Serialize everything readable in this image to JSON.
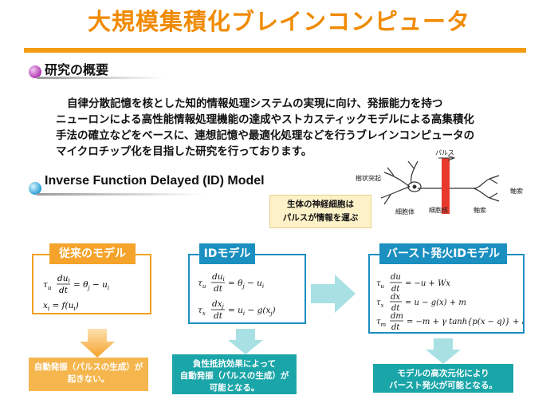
{
  "title": "大規模集積化ブレインコンピュータ",
  "overview": {
    "heading": "研究の概要",
    "lines": [
      "自律分散記憶を核とした知的情報処理システムの実現に向け、発振能力を持つ",
      "ニューロンによる高性能情報処理機能の達成やストカスティックモデルによる高集積化",
      "手法の確立などをベースに、連想記憶や最適化処理などを行うブレインコンピュータの",
      "マイクロチップ化を目指した研究を行っております。"
    ]
  },
  "model_section": {
    "heading": "Inverse Function Delayed (ID) Model"
  },
  "neuron_diagram": {
    "labels": {
      "pulse": "パルス",
      "dendrite": "樹状突起",
      "axon_top": "軸索",
      "cell_body": "細胞体",
      "nucleus": "細胞核",
      "axon_bottom": "軸索"
    }
  },
  "callout": {
    "lines": [
      "生体の神経細胞は",
      "パルスが情報を運ぶ"
    ]
  },
  "models": [
    {
      "tab": "従来のモデル",
      "result": [
        "自動発振（パルスの生成）が",
        "起きない。"
      ]
    },
    {
      "tab": "IDモデル",
      "result": [
        "負性抵抗効果によって",
        "自動発振（パルスの生成）が",
        "可能となる。"
      ]
    },
    {
      "tab": "バースト発火IDモデル",
      "result": [
        "モデルの高次元化により",
        "バースト発火が可能となる。"
      ]
    }
  ],
  "colors": {
    "title": "#f08a00",
    "conventional": "#f5a32a",
    "id_model": "#1a8fc0",
    "result_teal": "#1aa5a8",
    "arrow": "#a8e0e4"
  }
}
